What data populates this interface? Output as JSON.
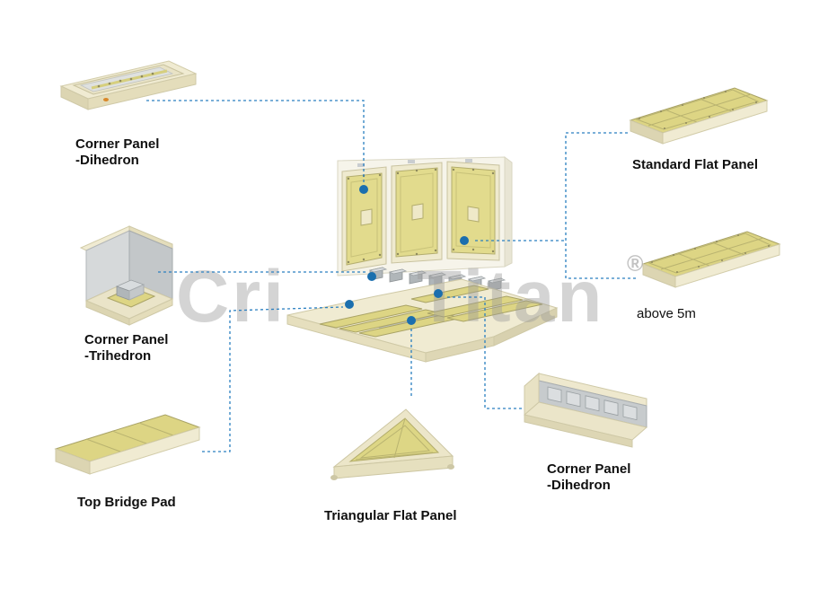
{
  "watermark": {
    "part1": "Cri",
    "part2": "Titan",
    "registered": "®"
  },
  "labels": {
    "corner_dihedron_tl": {
      "line1": "Corner Panel",
      "line2": "-Dihedron"
    },
    "corner_trihedron": {
      "line1": "Corner Panel",
      "line2": "-Trihedron"
    },
    "top_bridge_pad": "Top Bridge Pad",
    "triangular_flat_panel": "Triangular Flat Panel",
    "standard_flat_panel": "Standard Flat Panel",
    "above_5m": "above 5m",
    "corner_dihedron_br": {
      "line1": "Corner Panel",
      "line2": "-Dihedron"
    }
  },
  "colors": {
    "connector_blue": "#2a7fc0",
    "dot_blue": "#1b6fae",
    "panel_yellow": "#ddd584",
    "panel_cream": "#f0ebd2",
    "metal_gray": "#c4c8ca",
    "watermark_gray": "#9b9b9b"
  }
}
